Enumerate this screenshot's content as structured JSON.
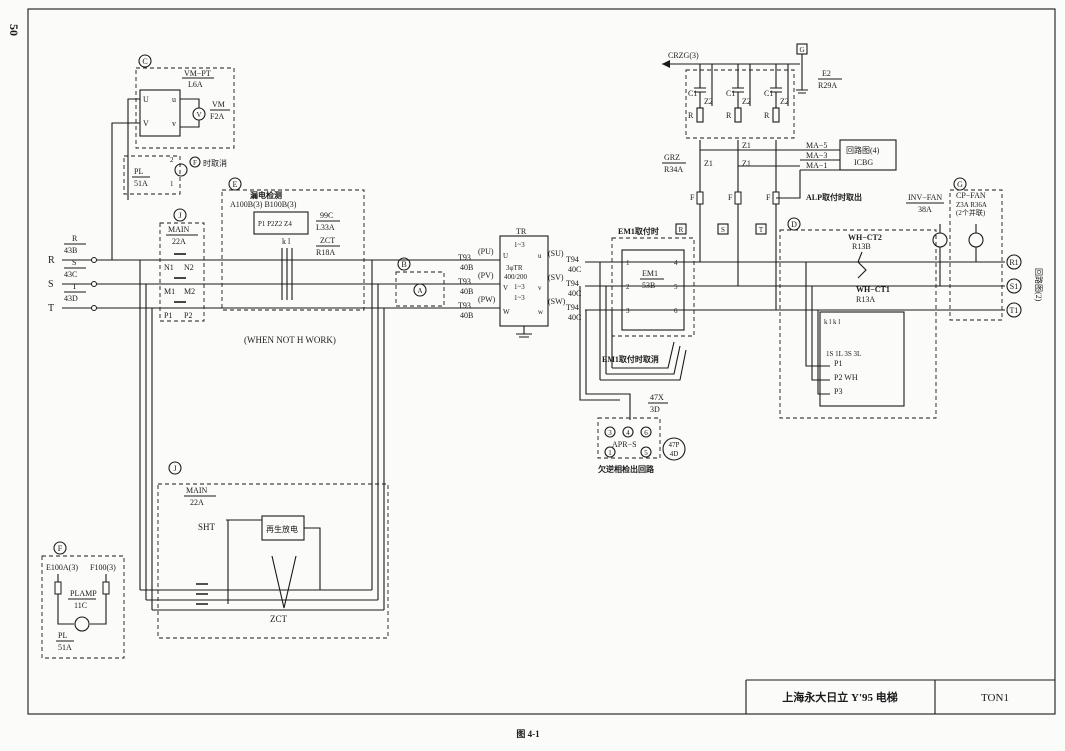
{
  "page_number": "50",
  "figure_caption": "图 4-1",
  "title_block": {
    "title": "上海永大日立 Y'95 电梯",
    "code": "TON1"
  },
  "circled_refs": {
    "c": "C",
    "f_top": "F",
    "e": "E",
    "j_top": "J",
    "b": "B",
    "g": "G",
    "d": "D",
    "g2": "G",
    "j_bot": "J",
    "f_left": "F"
  },
  "box_refs": {
    "g": "G",
    "r": "R",
    "s": "S",
    "t": "T"
  },
  "vm": {
    "name": "VM−PT",
    "code": "L6A",
    "sub_name": "VM",
    "sub_code": "F2A",
    "u": "U",
    "v": "V",
    "u2": "u",
    "v2": "v"
  },
  "pl_top": {
    "name": "PL",
    "code": "51A",
    "n2": "2",
    "n1": "1",
    "text": "时取消"
  },
  "leakage": {
    "title": "漏电检测",
    "codes": "A100B(3) B100B(3)",
    "pins": "P1 P2Z2 Z4",
    "kl": "k  l",
    "c99": "99C",
    "l33": "L33A",
    "zct": "ZCT",
    "r18": "R18A"
  },
  "main_top": {
    "name": "MAIN",
    "code": "22A",
    "n1": "N1",
    "n2": "N2",
    "m1": "M1",
    "m2": "M2",
    "p1": "P1",
    "p2": "P2"
  },
  "main_bottom": {
    "name": "MAIN",
    "code": "22A",
    "sht": "SHT",
    "regen": "再生放电",
    "zct": "ZCT"
  },
  "note_when_not": "(WHEN NOT H WORK)",
  "supply": {
    "r": "R",
    "s": "S",
    "t": "T",
    "r_code_top": "R",
    "r_code": "43B",
    "s_code_top": "S",
    "s_code": "43C",
    "t_code_top": "T",
    "t_code": "43D"
  },
  "tr": {
    "name": "TR",
    "ratio_top": "1~3",
    "label1": "3φTR",
    "label2": "400/200",
    "ratio_mid": "1~3",
    "ratio_bot": "1~3",
    "in_u": "(PU)",
    "in_v": "(PV)",
    "in_w": "(PW)",
    "out_u": "(SU)",
    "out_v": "(SV)",
    "out_w": "(SW)",
    "U": "U",
    "V": "V",
    "W": "W",
    "u": "u",
    "v": "v",
    "w": "w",
    "t93": "T93",
    "b40": "40B",
    "t94": "T94",
    "c40": "40C"
  },
  "em1": {
    "title": "EM1取付时",
    "name": "EM1",
    "code": "53B",
    "n1": "1",
    "n2": "2",
    "n3": "3",
    "n4": "4",
    "n5": "5",
    "n6": "6",
    "cancel": "EM1取付时取消"
  },
  "crzg": "CRZG(3)",
  "e2": {
    "name": "E2",
    "code": "R29A"
  },
  "cap_labels": {
    "c1": "C1",
    "z2": "Z2",
    "r": "R",
    "z1": "Z1"
  },
  "grz": {
    "name": "GRZ",
    "code": "R34A"
  },
  "ma": {
    "ma5": "MA−5",
    "ma3": "MA−3",
    "ma1": "MA−1",
    "circuit": "回路图(4)",
    "icbg": "ICBG",
    "alp": "ALP取付时取出"
  },
  "f_label": "F",
  "inv_fan": {
    "name": "INV−FAN",
    "code": "38A"
  },
  "cp_fan": {
    "name": "CP−FAN",
    "code": "Z3A R36A",
    "note": "(2个并联)"
  },
  "wh_ct2": {
    "name": "WH−CT2",
    "code": "R13B"
  },
  "wh_ct1": {
    "name": "WH−CT1",
    "code": "R13A",
    "pins": "k  l  k  l",
    "term": "1S  1L 3S  3L",
    "p1": "P1",
    "p2": "P2 WH",
    "p3": "P3"
  },
  "outputs": {
    "r1": "R1",
    "s1": "S1",
    "t1": "T1",
    "note": "回路图(2)"
  },
  "apr": {
    "code_top": "47X",
    "code_bot": "3D",
    "name": "APR−S",
    "n1": "1",
    "n3": "3",
    "n4": "4",
    "n5": "5",
    "n6": "6",
    "p47": "47P",
    "d4": "4D",
    "caption": "欠逆相检出回路"
  },
  "plamp": {
    "e100": "E100A(3)",
    "f100": "F100(3)",
    "name": "PLAMP",
    "code": "11C",
    "pl": "PL",
    "pl_code": "51A"
  }
}
